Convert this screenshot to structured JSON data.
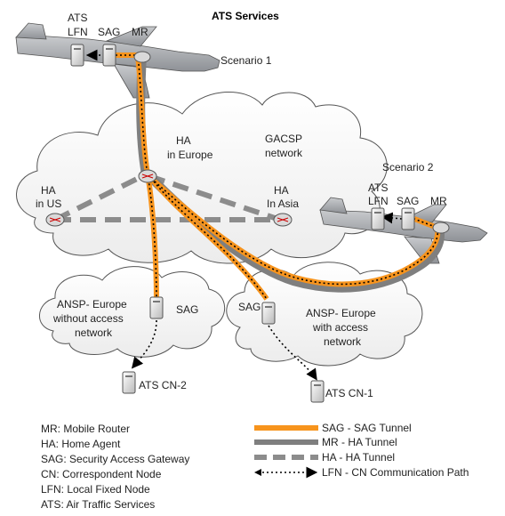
{
  "title": "ATS Services",
  "scenario1": {
    "label": "Scenario 1",
    "node_ats": "ATS",
    "node_lfn": "LFN",
    "node_sag": "SAG",
    "node_mr": "MR"
  },
  "scenario2": {
    "label": "Scenario 2",
    "node_ats": "ATS",
    "node_lfn": "LFN",
    "node_sag": "SAG",
    "node_mr": "MR"
  },
  "ha_europe": {
    "line1": "HA",
    "line2": "in Europe"
  },
  "gacsp": {
    "line1": "GACSP",
    "line2": "network"
  },
  "ha_us": {
    "line1": "HA",
    "line2": "in US"
  },
  "ha_asia": {
    "line1": "HA",
    "line2": "In Asia"
  },
  "ansp_left": {
    "line1": "ANSP- Europe",
    "line2": "without access",
    "line3": "network",
    "sag": "SAG"
  },
  "ansp_right": {
    "line1": "ANSP- Europe",
    "line2": "with access",
    "line3": "network",
    "sag": "SAG"
  },
  "cn2": "ATS CN-2",
  "cn1": "ATS CN-1",
  "abbreviations": [
    "MR: Mobile Router",
    "HA: Home Agent",
    "SAG: Security Access Gateway",
    "CN: Correspondent Node",
    "LFN: Local Fixed Node",
    "ATS: Air Traffic Services"
  ],
  "legend": [
    {
      "style": "sag-tunnel",
      "label": "SAG - SAG Tunnel"
    },
    {
      "style": "mr-ha-tunnel",
      "label": "MR - HA Tunnel"
    },
    {
      "style": "ha-ha-tunnel",
      "label": "HA - HA Tunnel"
    },
    {
      "style": "lfn-cn-path",
      "label": "LFN - CN Communication Path"
    }
  ],
  "colors": {
    "sag_tunnel": "#f7941d",
    "mr_ha_tunnel": "#7f7f7f",
    "ha_ha_tunnel": "#8c8c8c",
    "path": "#000000",
    "plane": "#a6a8ab"
  }
}
